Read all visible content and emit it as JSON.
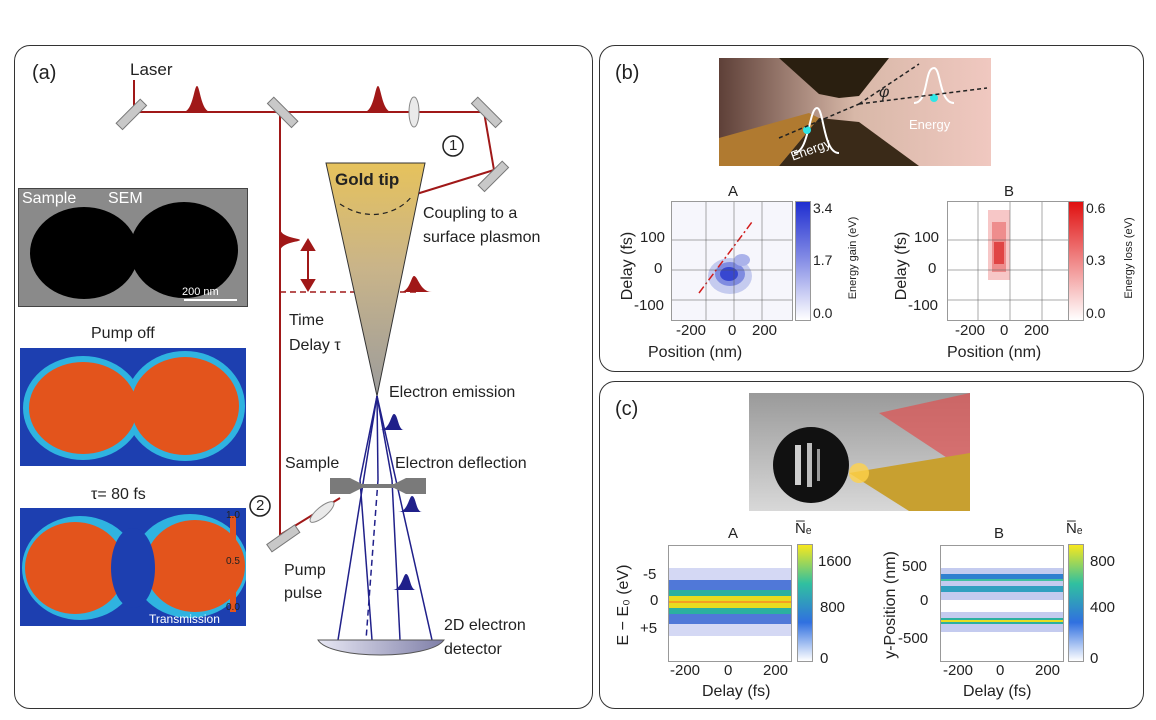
{
  "panel_a": {
    "label": "(a)",
    "laser": "Laser",
    "gold_tip": "Gold tip",
    "coupling": "Coupling to a",
    "coupling2": "surface plasmon",
    "time": "Time",
    "delay": "Delay τ",
    "electron_emission": "Electron emission",
    "electron_deflection": "Electron deflection",
    "sample_label": "Sample",
    "pump": "Pump",
    "pulse": "pulse",
    "detector1": "2D electron",
    "detector2": "detector",
    "marker1": "1",
    "marker2": "2",
    "sem": {
      "sample": "Sample",
      "title": "SEM",
      "scale": "200 nm"
    },
    "pump_off": "Pump off",
    "tau": "τ= 80 fs",
    "transmission": "Transmission",
    "cbar_ticks": [
      "1.0",
      "0.5",
      "0.0"
    ]
  },
  "panel_b": {
    "label": "(b)",
    "energy1": "Energy",
    "energy2": "Energy",
    "phi": "φ",
    "plotA": {
      "title": "A",
      "ylabel": "Delay (fs)",
      "xlabel": "Position (nm)",
      "yticks": [
        "100",
        "0",
        "-100"
      ],
      "xticks": [
        "-200",
        "0",
        "200"
      ],
      "cbar_label": "Energy gain (eV)",
      "cbar_ticks": [
        "3.4",
        "1.7",
        "0.0"
      ]
    },
    "plotB": {
      "title": "B",
      "ylabel": "Delay (fs)",
      "xlabel": "Position (nm)",
      "yticks": [
        "100",
        "0",
        "-100"
      ],
      "xticks": [
        "-200",
        "0",
        "200"
      ],
      "cbar_label": "Energy loss (eV)",
      "cbar_ticks": [
        "0.6",
        "0.3",
        "0.0"
      ]
    }
  },
  "panel_c": {
    "label": "(c)",
    "plotA": {
      "title": "A",
      "ylabel": "E − E₀ (eV)",
      "xlabel": "Delay (fs)",
      "yticks": [
        "-5",
        "0",
        "+5"
      ],
      "xticks": [
        "-200",
        "0",
        "200"
      ],
      "cbar_title": "N̅ₑ",
      "cbar_ticks": [
        "1600",
        "800",
        "0"
      ]
    },
    "plotB": {
      "title": "B",
      "ylabel": "y-Position (nm)",
      "xlabel": "Delay (fs)",
      "yticks": [
        "500",
        "0",
        "-500"
      ],
      "xticks": [
        "-200",
        "0",
        "200"
      ],
      "cbar_title": "N̅ₑ",
      "cbar_ticks": [
        "800",
        "400",
        "0"
      ]
    }
  }
}
